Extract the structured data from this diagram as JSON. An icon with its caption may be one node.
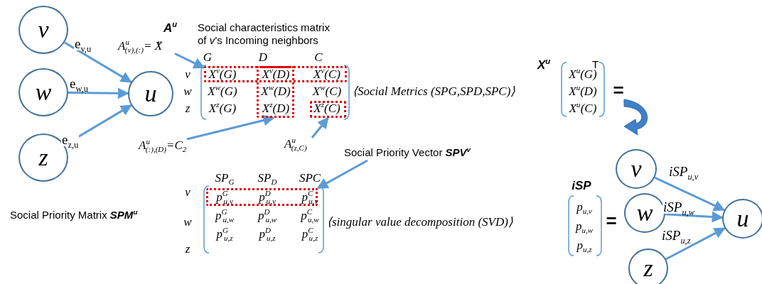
{
  "diagram": {
    "nodes": [
      {
        "text": [
          "v"
        ]
      },
      {
        "text": [
          "w"
        ]
      },
      {
        "text": [
          "z"
        ]
      },
      {
        "text": [
          "u"
        ]
      },
      {
        "text": [
          "A$^{u}$$_{(v),(:)}$= X$^{v}$"
        ]
      },
      {
        "text": [],
        "shape": "box"
      },
      {
        "text": [],
        "shape": "box"
      },
      {
        "text": [],
        "shape": "box"
      },
      {
        "text": [
          "A$^{u}$$_{(:),(D)}$=C$_{2}$"
        ]
      },
      {
        "text": [
          "A$^{u}$$_{(z,C)}$"
        ]
      },
      {
        "text": [
          "Social Priority Vector **SPV$^{v}$**"
        ]
      },
      {
        "text": [],
        "shape": "box"
      },
      {
        "text": [
          "v"
        ]
      },
      {
        "text": [
          "w"
        ]
      },
      {
        "text": [
          "z"
        ]
      },
      {
        "text": [
          "u"
        ]
      }
    ],
    "edges": [
      {
        "from": 0,
        "to": 3,
        "arrow": "to",
        "label": "e$_{v,u}$"
      },
      {
        "from": 1,
        "to": 3,
        "arrow": "to",
        "label": "e$_{w,u}$"
      },
      {
        "from": 2,
        "to": 3,
        "arrow": "to",
        "label": "e$_{z,u}$"
      },
      {
        "from": 4,
        "to": 5,
        "arrow": "to"
      },
      {
        "from": 8,
        "to": 6,
        "arrow": "to"
      },
      {
        "from": 9,
        "to": 7,
        "arrow": "to"
      },
      {
        "from": 10,
        "to": 11,
        "arrow": "to"
      },
      {
        "from": 12,
        "to": 15,
        "arrow": "to",
        "label": "iSP$_{u,v}$"
      },
      {
        "from": 13,
        "to": 15,
        "arrow": "to",
        "label": "iSP$_{u,w}$"
      },
      {
        "from": 14,
        "to": 15,
        "arrow": "to",
        "label": "iSP$_{u,z}$"
      }
    ],
    "labels": [
      "A$^{u}$",
      "Social characteristics matrix of *v*’s Incoming neighbors",
      "G",
      "D",
      "C",
      "v",
      "w",
      "z",
      "X$^{v}$(G)",
      "X$^{v}$(D)",
      "X$^{v}$(C)",
      "X$^{w}$(G)",
      "X$^{w}$(D)",
      "X$^{w}$(C)",
      "X$^{z}$(G)",
      "X$^{z}$(D)",
      "X$^{z}$(C)",
      "⟨Social Metrics (SPG,SPD,SPC)⟩",
      "X$^{u}$",
      "T",
      "X$^{u}$(G)",
      "X$^{u}$(D)",
      "X$^{u}$(C)",
      "=",
      "SP$_{G}$",
      "SP$_{D}$",
      "SPC",
      "v",
      "w",
      "z",
      "p$^{G}$$_{u,v}$",
      "p$^{D}$$_{u,v}$",
      "p$^{C}$$_{u,v}$",
      "p$^{G}$$_{u,w}$",
      "p$^{D}$$_{u,w}$",
      "p$^{C}$$_{u,w}$",
      "p$^{G}$$_{u,z}$",
      "p$^{D}$$_{u,z}$",
      "p$^{C}$$_{u,z}$",
      "Social Priority Matrix **SPM$^{u}$**",
      "⟨singular value decomposition (SVD)⟩",
      "iSP",
      "p$_{u,v}$",
      "p$_{u,w}$",
      "p$_{u,z}$",
      "="
    ]
  }
}
